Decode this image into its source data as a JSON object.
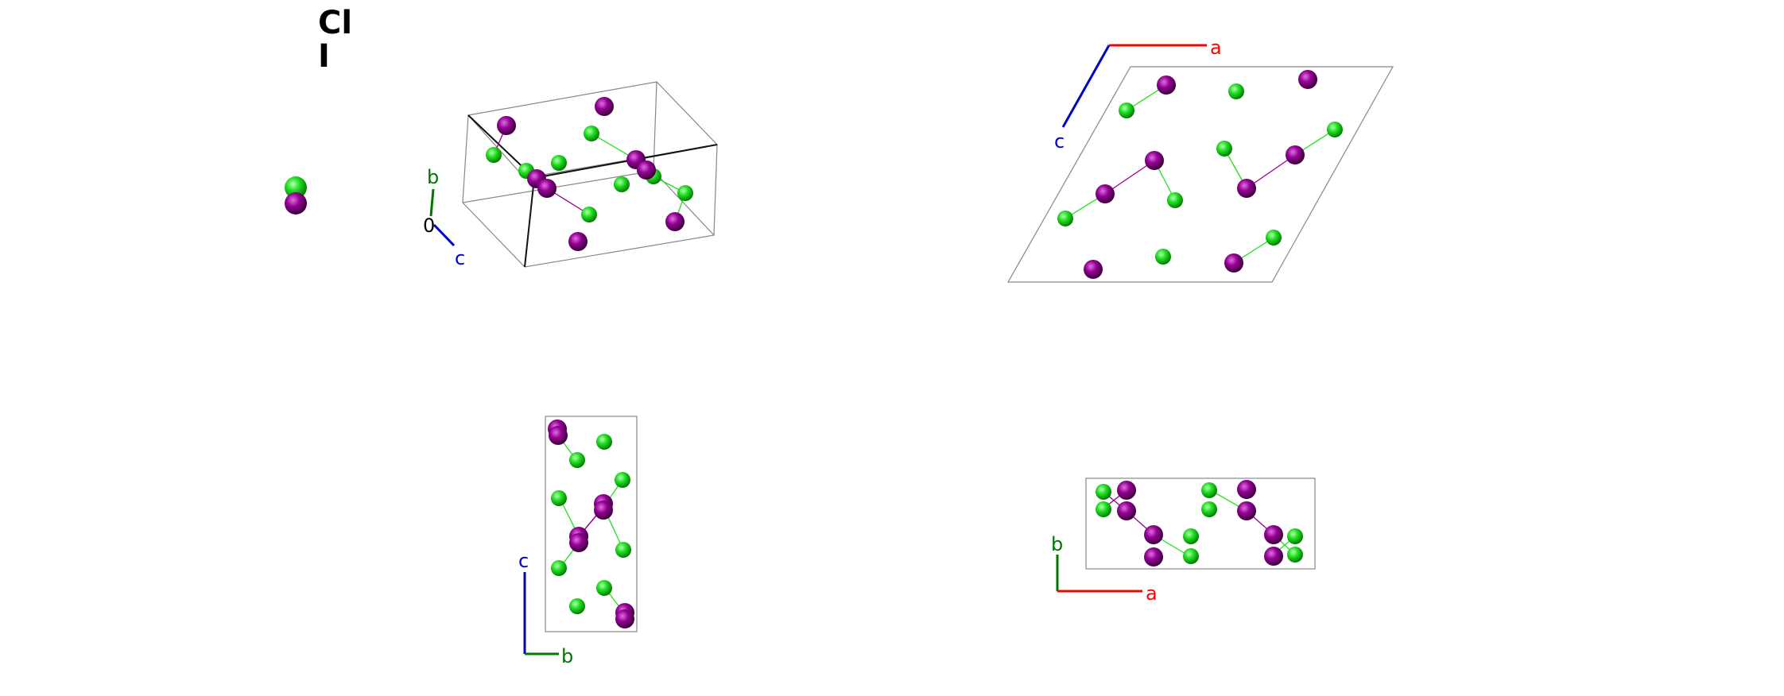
{
  "legend": {
    "items": [
      {
        "label": "Cl",
        "color": "#1fe01f"
      },
      {
        "label": "I",
        "color": "#940094"
      }
    ]
  },
  "colors": {
    "Cl": "#1fe01f",
    "I": "#940094",
    "axis_a": "#ff0000",
    "axis_b": "#007700",
    "axis_c": "#0000cc",
    "cell_edge": "#888888"
  },
  "views": {
    "perspective": {
      "axes": {
        "b": "b",
        "c": "c",
        "origin": "0"
      }
    },
    "along_b": {
      "axes": {
        "a": "a",
        "c": "c"
      }
    },
    "along_a": {
      "axes": {
        "c": "c",
        "b": "b"
      }
    },
    "along_c": {
      "axes": {
        "a": "a",
        "b": "b"
      }
    }
  }
}
